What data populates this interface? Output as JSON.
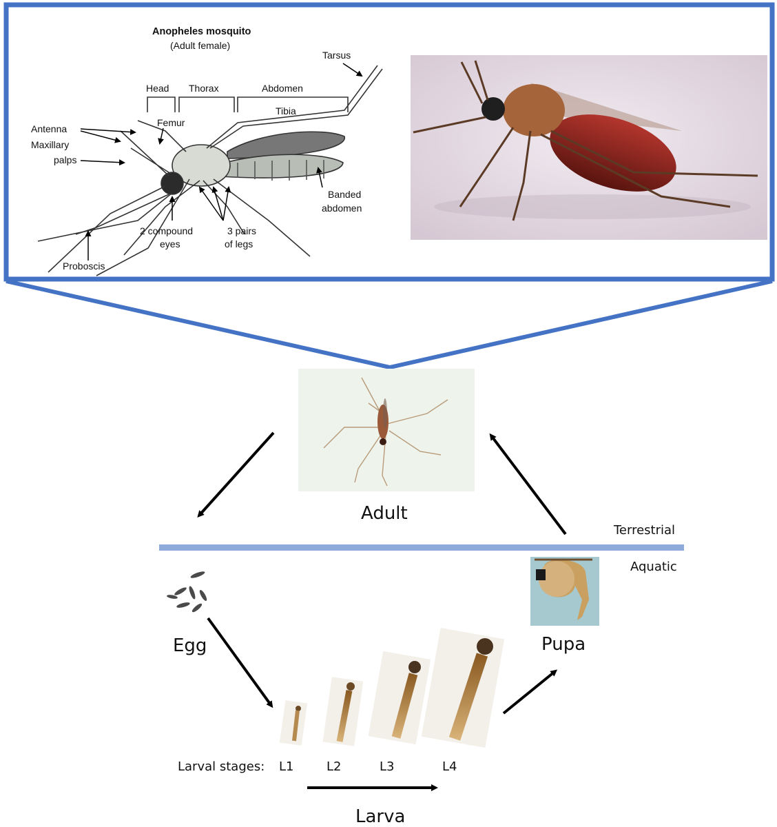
{
  "diagram": {
    "anatomy": {
      "title": "Anopheles mosquito",
      "subtitle": "(Adult female)",
      "labels": {
        "tarsus": "Tarsus",
        "head": "Head",
        "thorax": "Thorax",
        "abdomen": "Abdomen",
        "tibia": "Tibia",
        "femur": "Femur",
        "antenna": "Antenna",
        "maxillary": "Maxillary",
        "palps": "palps",
        "banded": "Banded",
        "abdomen_lower": "abdomen",
        "compound_eyes_1": "2 compound",
        "compound_eyes_2": "eyes",
        "pairs_legs_1": "3 pairs",
        "pairs_legs_2": "of legs",
        "proboscis": "Proboscis"
      }
    },
    "lifecycle": {
      "adult": "Adult",
      "egg": "Egg",
      "pupa": "Pupa",
      "larva": "Larva",
      "terrestrial": "Terrestrial",
      "aquatic": "Aquatic",
      "larval_stages_label": "Larval stages:",
      "stages": [
        "L1",
        "L2",
        "L3",
        "L4"
      ]
    },
    "colors": {
      "frame_blue": "#4472c4",
      "divider_blue": "#8eaadb"
    }
  }
}
